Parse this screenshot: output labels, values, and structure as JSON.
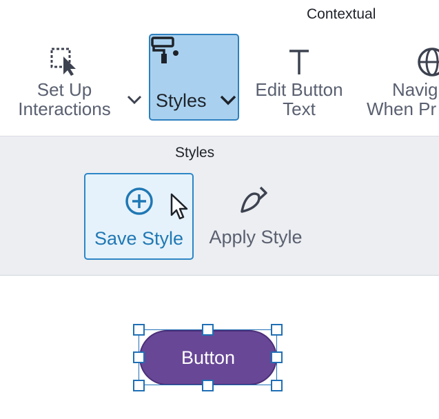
{
  "contextual_group": {
    "title": "Contextual"
  },
  "toolbar": {
    "setup_interactions": {
      "line1": "Set Up",
      "line2": "Interactions",
      "icon": "select-cursor-icon"
    },
    "styles": {
      "label": "Styles",
      "icon": "paint-roller-icon",
      "selected": true
    },
    "edit_button_text": {
      "line1": "Edit Button",
      "line2": "Text",
      "icon": "text-t-icon"
    },
    "navigate": {
      "line1": "Navig",
      "line2": "When Pr",
      "icon": "globe-icon"
    }
  },
  "styles_panel": {
    "title": "Styles",
    "save_style": {
      "label": "Save Style",
      "icon": "plus-circle-icon"
    },
    "apply_style": {
      "label": "Apply Style",
      "icon": "brush-icon"
    }
  },
  "canvas": {
    "button_label": "Button"
  },
  "colors": {
    "selected_bg": "#a9d1ef",
    "selected_border": "#2d7fbd",
    "accent": "#1f78b4",
    "button_fill": "#684796",
    "panel_bg": "#eceef1"
  }
}
